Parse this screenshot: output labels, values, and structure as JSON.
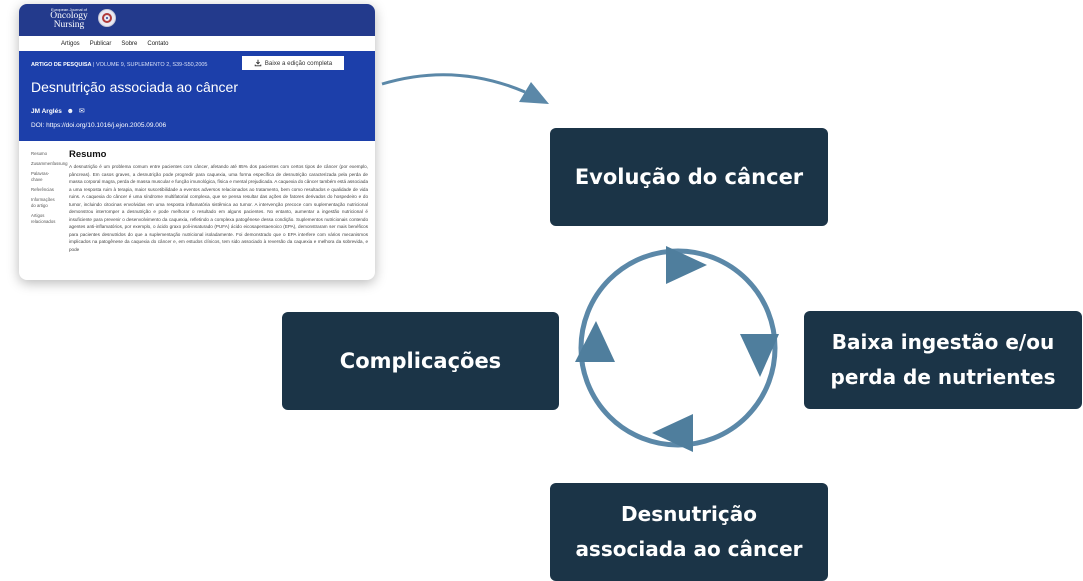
{
  "journal": {
    "logo_line1": "European Journal of",
    "logo_line2": "Oncology",
    "logo_line3": "Nursing",
    "nav": [
      "Artigos",
      "Publicar",
      "Sobre",
      "Contato"
    ],
    "article_type": "ARTIGO DE PESQUISA",
    "meta": "VOLUME 9, SUPLEMENTO 2, S39-S50,2005",
    "download_label": "Baixe a edição completa",
    "title": "Desnutrição associada ao câncer",
    "author": "JM Arglés",
    "doi": "DOI:  https://doi.org/10.1016/j.ejon.2005.09.006",
    "sidebar": [
      "Resumo",
      "Zusammenfassung",
      "Palavras-chave",
      "Referências",
      "Informações do artigo",
      "Artigos relacionados"
    ],
    "abstract_heading": "Resumo",
    "abstract_text": "A desnutrição é um problema comum entre pacientes com câncer, afetando até 85% dos pacientes com certos tipos de câncer (por exemplo, pâncreas). Em casos graves, a desnutrição pode progredir para caquexia, uma forma específica de desnutrição caracterizada pela perda de massa corporal magra, perda de massa muscular e função imunológica, física e mental prejudicada. A caquexia do câncer também está associada a uma resposta ruim à terapia, maior suscetibilidade a eventos adversos relacionados ao tratamento, bem como resultados e qualidade de vida ruins. A caquexia do câncer é uma síndrome multifatorial complexa, que se pensa resultar das ações de fatores derivados do hospedeiro e do tumor, incluindo citocinas envolvidas em uma resposta inflamatória sistêmica ao tumor. A intervenção precoce com suplementação nutricional demonstrou interromper a desnutrição e pode melhorar o resultado em alguns pacientes. No entanto, aumentar a ingestão nutricional é insuficiente para prevenir o desenvolvimento da caquexia, refletindo a complexa patogênese dessa condição. Suplementos nutricionais contendo agentes anti-inflamatórios, por exemplo, o ácido graxo poli-insaturado (PUFA) ácido eicosapentaenoico (EPA), demonstraram ser mais benéficos para pacientes desnutridos do que a suplementação nutricional isoladamente. Foi demonstrado que o EPA interfere com vários mecanismos implicados na patogênese da caquexia do câncer e, em estudos clínicos, tem sido associado à reversão da caquexia e melhora da sobrevida, e pode"
  },
  "cycle": {
    "top": "Evolução do câncer",
    "right": [
      "Baixa ingestão e/ou",
      "perda de nutrientes"
    ],
    "bottom": [
      "Desnutrição",
      "associada ao câncer"
    ],
    "left": "Complicações"
  },
  "colors": {
    "box": "#1b3447",
    "arrow": "#5b88a8",
    "journal_blue": "#1c3faa",
    "journal_header": "#233a8c"
  }
}
